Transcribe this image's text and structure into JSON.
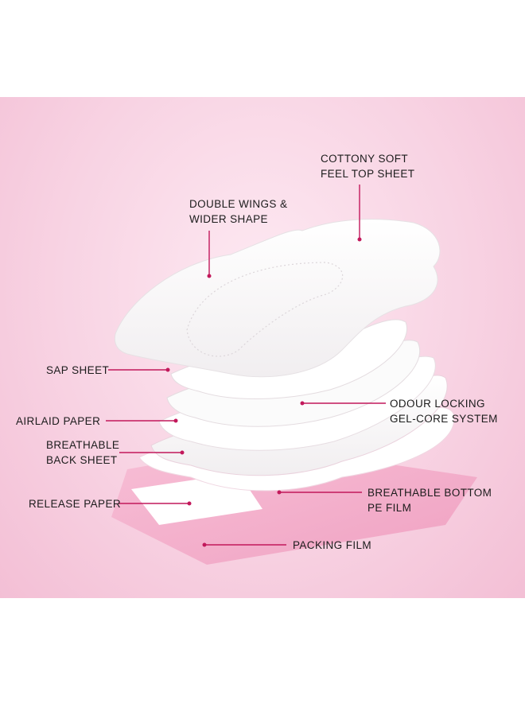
{
  "labels": {
    "cottony": "COTTONY SOFT\nFEEL TOP SHEET",
    "wings": "DOUBLE WINGS &\nWIDER SHAPE",
    "sap": "SAP SHEET",
    "odour": "ODOUR LOCKING\nGEL-CORE SYSTEM",
    "airlaid": "AIRLAID PAPER",
    "back": "BREATHABLE\nBACK SHEET",
    "bottom": "BREATHABLE BOTTOM\nPE FILM",
    "release": "RELEASE PAPER",
    "packing": "PACKING FILM"
  },
  "colors": {
    "background": "#f8d3e3",
    "accent": "#c2185b",
    "packing_film": "#f4a9c7"
  }
}
